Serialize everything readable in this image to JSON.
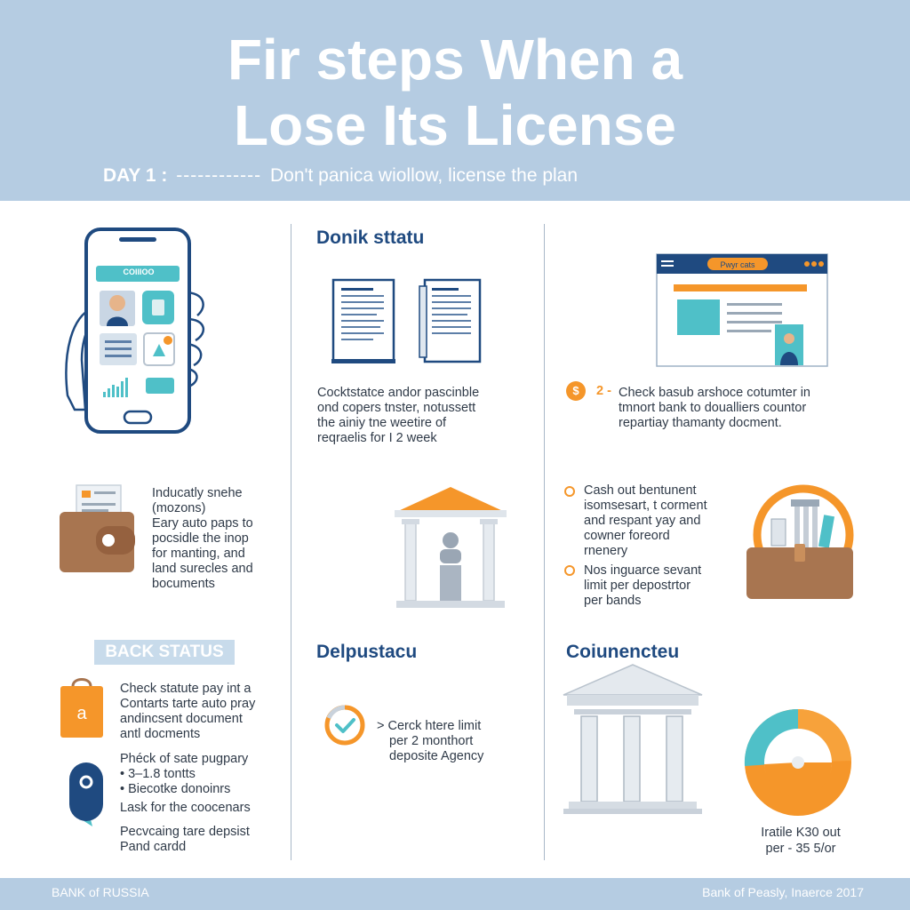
{
  "header": {
    "title_line1": "Fir steps When a",
    "title_line2": "Lose Its License",
    "day_label": "DAY 1 :",
    "day_dashes": "------------",
    "day_text": "Don't panica wiollow, license the plan"
  },
  "col1": {
    "phone": {
      "top_bar_text": "COIIIOO"
    },
    "block1": {
      "lines": [
        "Inducatly snehe",
        "(mozons)",
        "Eary auto paps to",
        "pocsidle the inop",
        "for manting, and",
        "land surecles and",
        "bocuments"
      ]
    },
    "status_badge": "BACK STATUS",
    "block2": {
      "lines": [
        "Check statute pay int a",
        "Contarts tarte auto pray",
        "andincsent document",
        "antl docments"
      ]
    },
    "block3": {
      "lines": [
        "Phéck of sate pugpary",
        "• 3–1.8 tontts",
        "• Biecotke donoinrs",
        "Lask for the coocenars"
      ]
    },
    "block4": {
      "lines": [
        "Pecvcaing tare depsist",
        "Pand cardd"
      ]
    }
  },
  "col2": {
    "heading1": "Donik sttatu",
    "block1": {
      "lines": [
        "Cocktstatce andor pascinble",
        "ond copers tnster, notussett",
        "the ainiy tne weetire of",
        "reqraelis for I 2 week"
      ]
    },
    "heading2": "Delpustacu",
    "block2": {
      "lines": [
        "> Cerck htere limit",
        "per 2 monthort",
        "deposite Agency"
      ]
    }
  },
  "col3": {
    "browser_label": "Pwyr cats",
    "step_number": "2 -",
    "step_icon": "$",
    "block1": {
      "lines": [
        "Check basub arshoce cotumter in",
        "tmnort bank to doualliers countor",
        "repartiay thamanty docment."
      ]
    },
    "block2": {
      "lines": [
        "Cash out bentunent",
        "isomsesart, t corment",
        "and respant yay and",
        "cowner foreord",
        "rnenery"
      ]
    },
    "block3": {
      "lines": [
        "Nos inguarce sevant",
        "limit per depostrtor",
        "per bands"
      ]
    },
    "heading": "Coiunencteu",
    "chart_caption": [
      "Iratile K30 out",
      "per - 35 5/or"
    ]
  },
  "footer": {
    "left": "BANK of RUSSIA",
    "right": "Bank of Peasly, Inaerce 2017"
  },
  "colors": {
    "header_bg": "#b5cce2",
    "navy": "#1f4a80",
    "orange": "#f5962a",
    "teal": "#4fc0c8",
    "brown": "#a87550"
  }
}
